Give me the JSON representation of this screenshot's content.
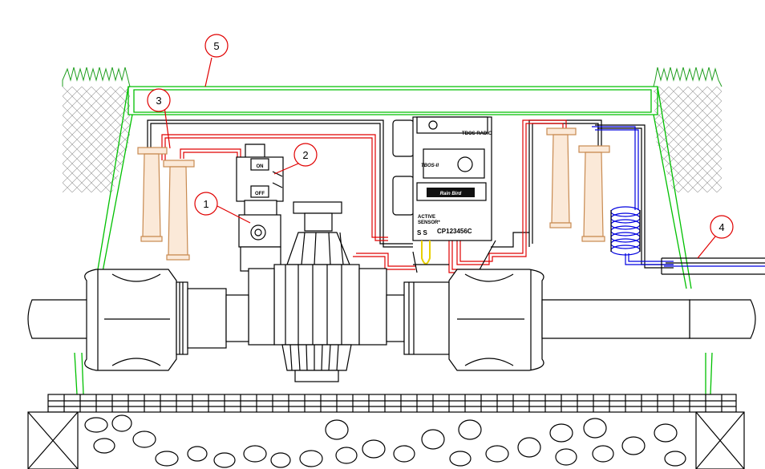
{
  "callouts": [
    {
      "number": "1",
      "target": "solenoid-valve"
    },
    {
      "number": "2",
      "target": "on-off-solenoid"
    },
    {
      "number": "3",
      "target": "dbry-connectors"
    },
    {
      "number": "4",
      "target": "conduit"
    },
    {
      "number": "5",
      "target": "valve-box-lid"
    }
  ],
  "solenoid": {
    "on_label": "ON",
    "off_label": "OFF"
  },
  "controller": {
    "radio_label": "TBOS RADIO",
    "model": "TBOS-II",
    "brand": "Rain Bird",
    "sensor_label_line1": "ACTIVE",
    "sensor_label_line2": "SENSOR*",
    "serial": "CP123456C",
    "ss_label": "S S"
  },
  "colors": {
    "callout": "#e00000",
    "box": "#00c000",
    "wire_red": "#e00000",
    "wire_blue": "#0000e0",
    "connector": "#c88a50"
  }
}
